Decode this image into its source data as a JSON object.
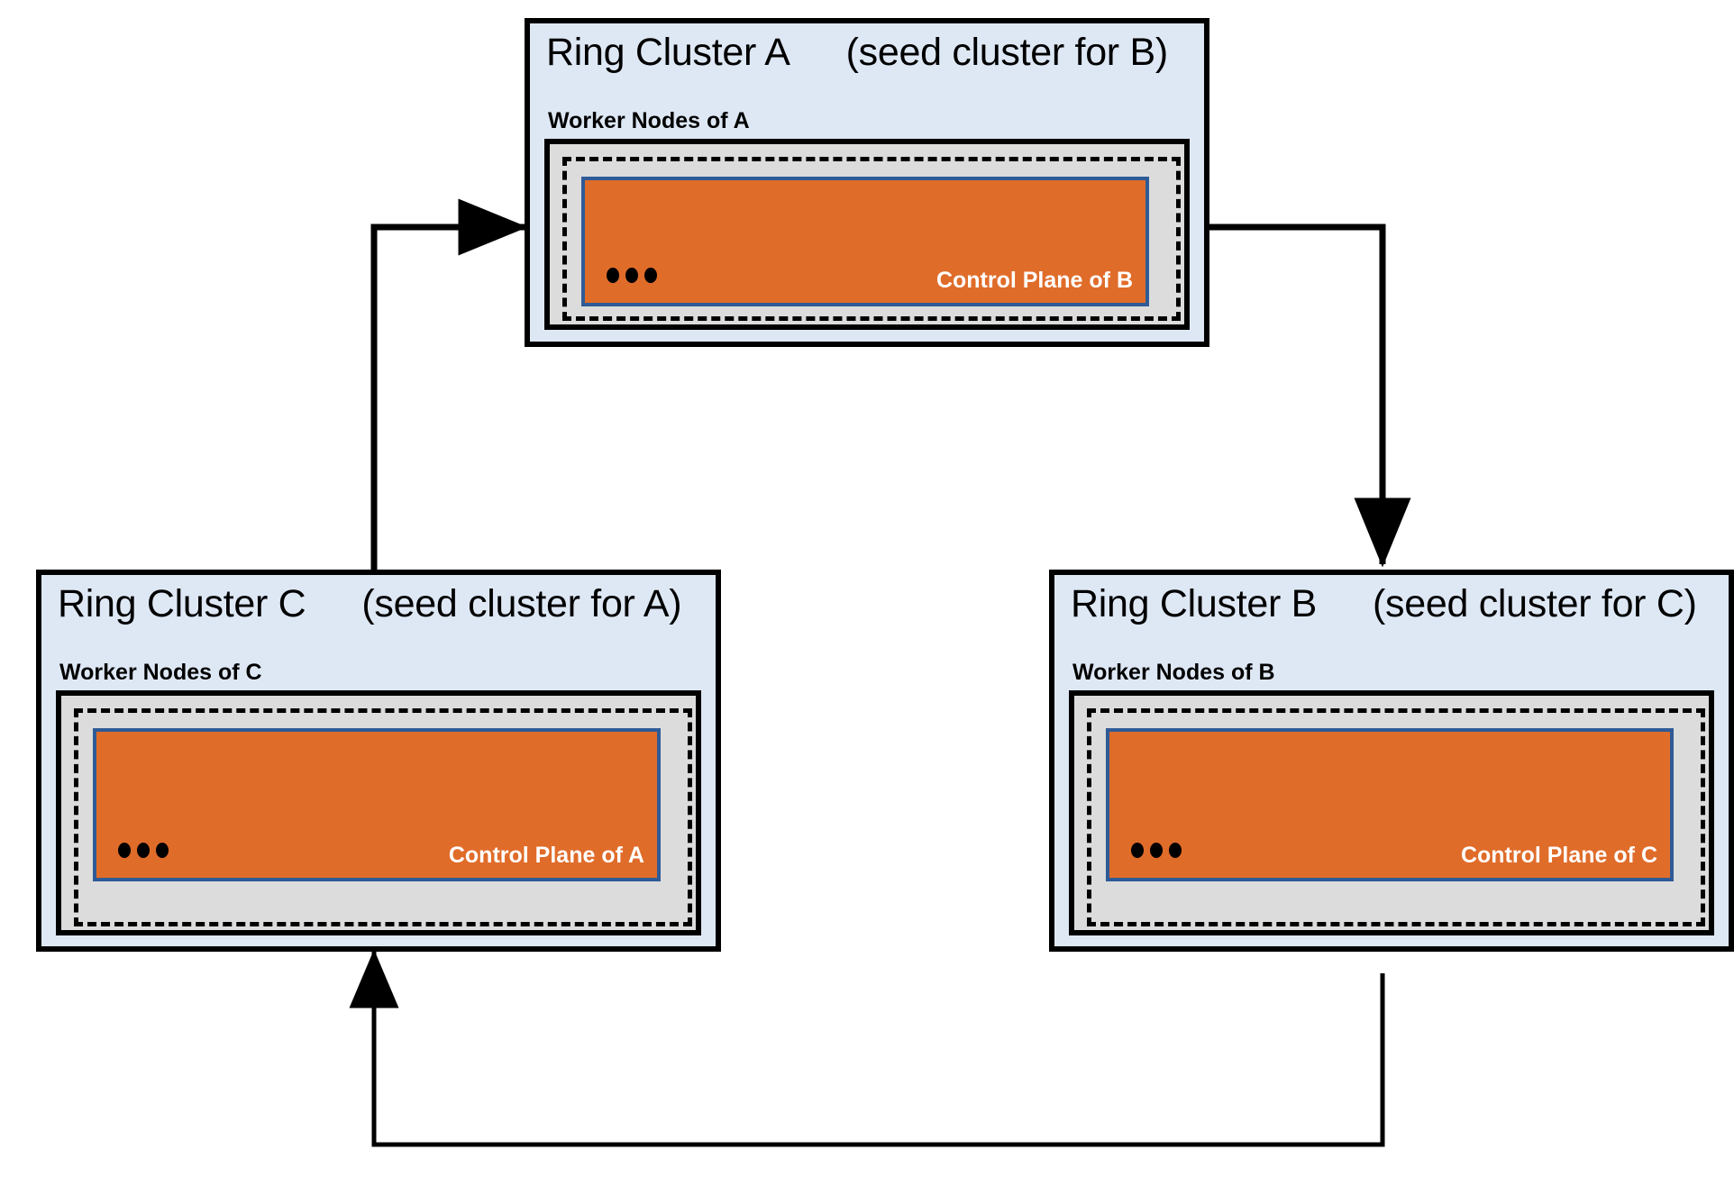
{
  "diagram": {
    "type": "ring-cluster-topology",
    "colors": {
      "cluster_fill": "#dee8f5",
      "worker_fill": "#dcdcdc",
      "control_plane_fill": "#e06c2a",
      "control_plane_border": "#2e5b96",
      "stroke": "#000000",
      "label_text": "#ffffff"
    },
    "clusters": [
      {
        "id": "A",
        "title": "Ring Cluster A",
        "seed_note": "(seed cluster for B)",
        "worker_label": "Worker Nodes of A",
        "control_plane_label": "Control Plane of B",
        "ellipsis": "•••"
      },
      {
        "id": "C",
        "title": "Ring Cluster C",
        "seed_note": "(seed cluster for A)",
        "worker_label": "Worker Nodes of C",
        "control_plane_label": "Control Plane of A",
        "ellipsis": "•••"
      },
      {
        "id": "B",
        "title": "Ring Cluster B",
        "seed_note": "(seed cluster for C)",
        "worker_label": "Worker Nodes of B",
        "control_plane_label": "Control Plane of C",
        "ellipsis": "•••"
      }
    ],
    "connections": [
      {
        "from": "C",
        "to": "A",
        "direction": "right"
      },
      {
        "from": "A",
        "to": "B",
        "direction": "down"
      },
      {
        "from": "B",
        "to": "C",
        "direction": "up"
      }
    ]
  }
}
